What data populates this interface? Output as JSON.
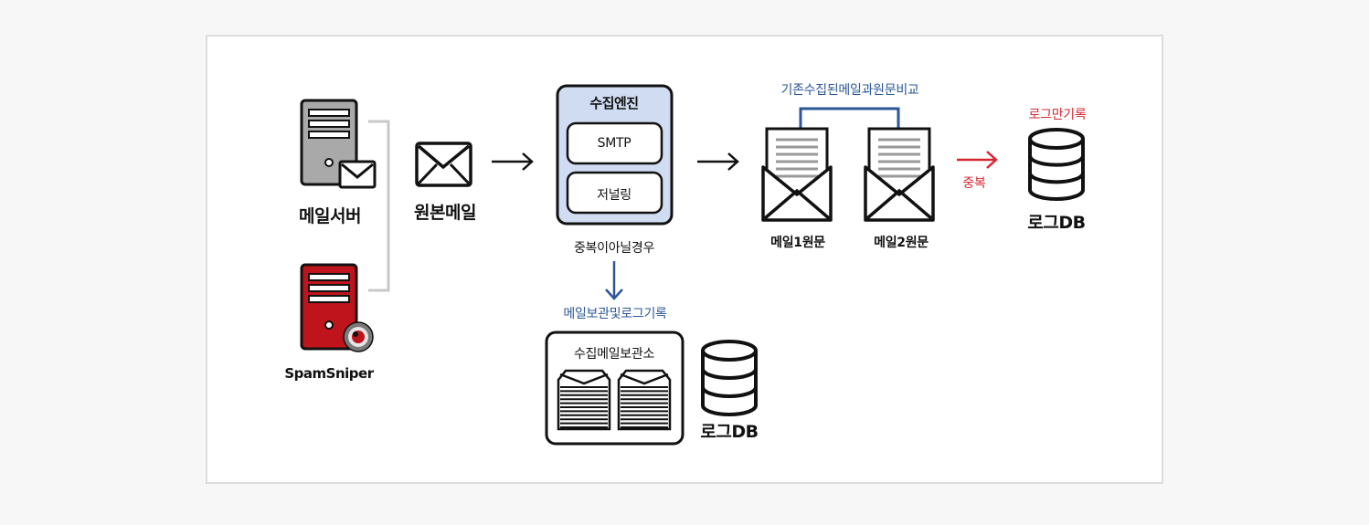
{
  "labels": {
    "mail_server": "메일서버",
    "spamsniper": "SpamSniper",
    "original_mail": "원본메일",
    "engine_title": "수집엔진",
    "smtp": "SMTP",
    "journaling": "저널링",
    "not_duplicate": "중복이아닐경우",
    "store_and_log": "메일보관및로그기록",
    "storage_title": "수집메일보관소",
    "log_db_1": "로그DB",
    "compare_title": "기존수집된메일과원문비교",
    "mail1_original": "메일1원문",
    "mail2_original": "메일2원문",
    "duplicate": "중복",
    "log_only": "로그만기록",
    "log_db_2": "로그DB"
  },
  "colors": {
    "blue_accent": "#2b5797",
    "red_accent": "#d62630",
    "engine_fill": "#cfdcf2",
    "server_red": "#c0141c",
    "server_gray": "#a9a9a9"
  },
  "icons": [
    "server-icon",
    "envelope-icon",
    "arrow-right-icon",
    "arrow-down-icon",
    "open-mail-icon",
    "database-icon",
    "mail-stack-icon"
  ]
}
